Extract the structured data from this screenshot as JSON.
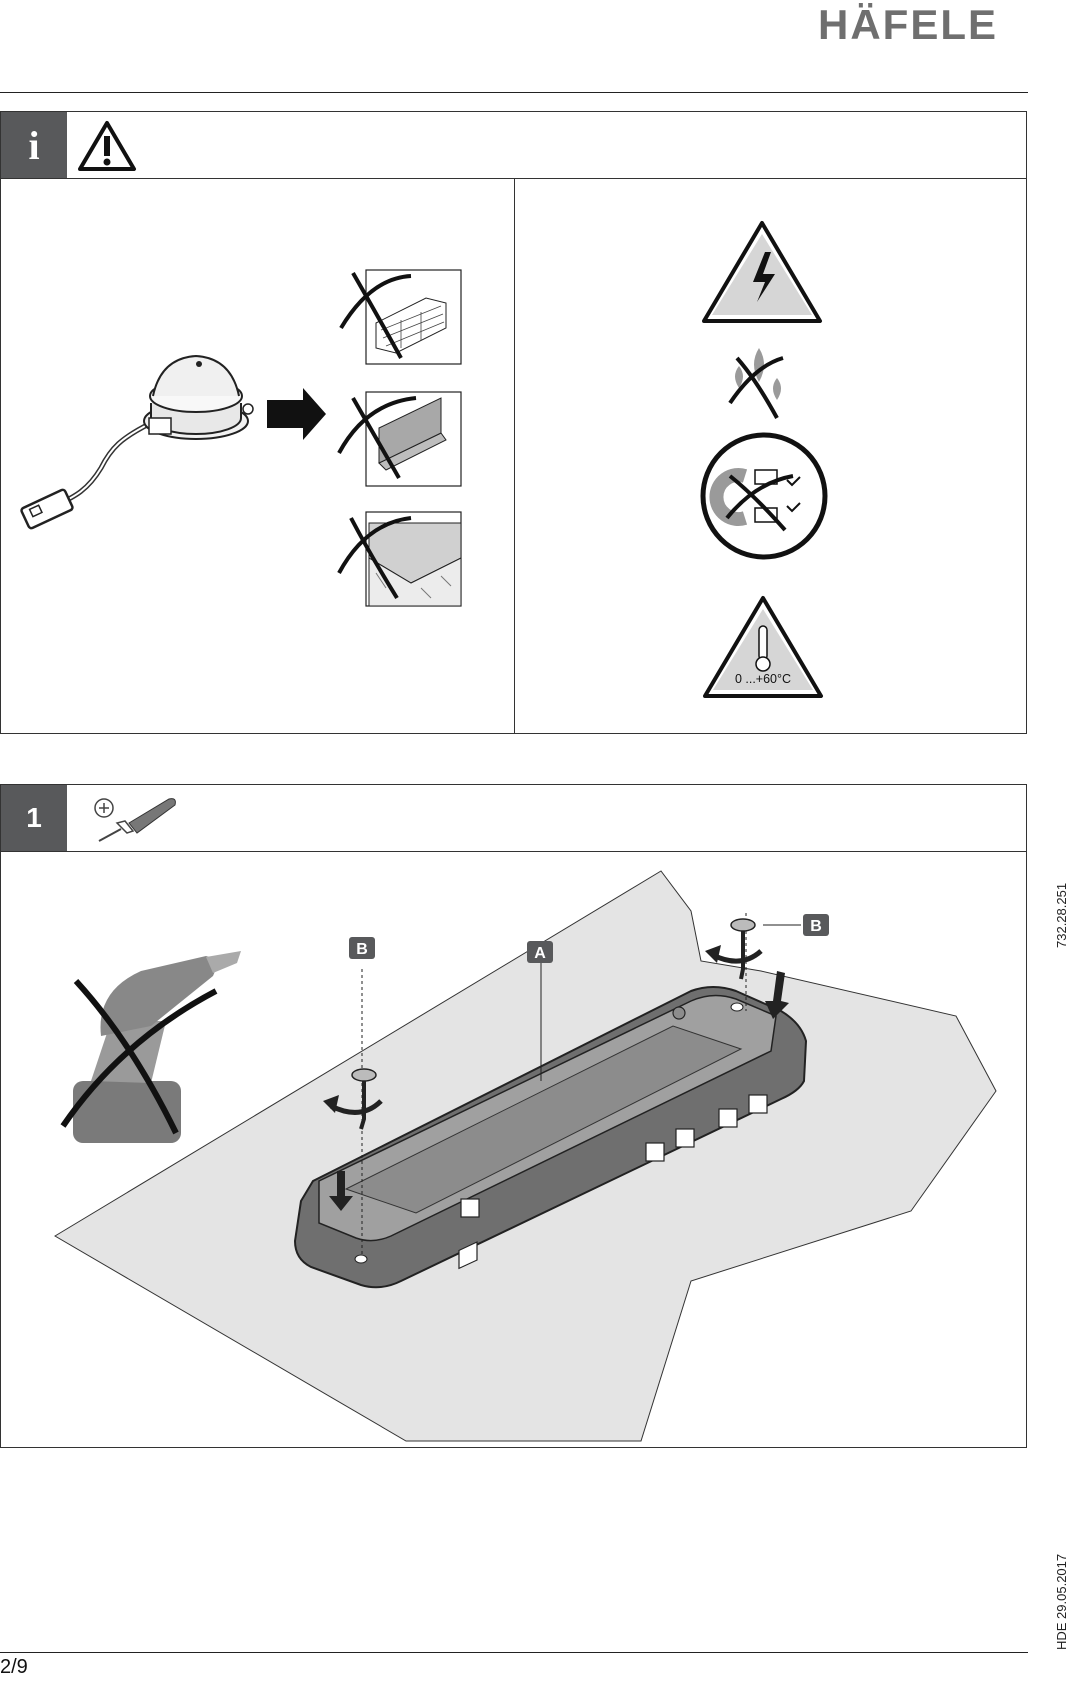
{
  "brand": {
    "logo_text": "HÄFELE"
  },
  "info_panel": {
    "badge_letter": "i",
    "temperature_label": "0 ...+60°C"
  },
  "step_panel": {
    "step_number": "1",
    "callout_a": "A",
    "callout_b": "B"
  },
  "side_labels": {
    "article_number": "732.28.251",
    "document_code": "HDE 29.05.2017"
  },
  "footer": {
    "page_number": "2/9"
  },
  "colors": {
    "badge_gray": "#58595b",
    "logo_gray": "#6f6f6f",
    "surface_gray": "#e4e4e4",
    "device_gray": "#707070"
  }
}
